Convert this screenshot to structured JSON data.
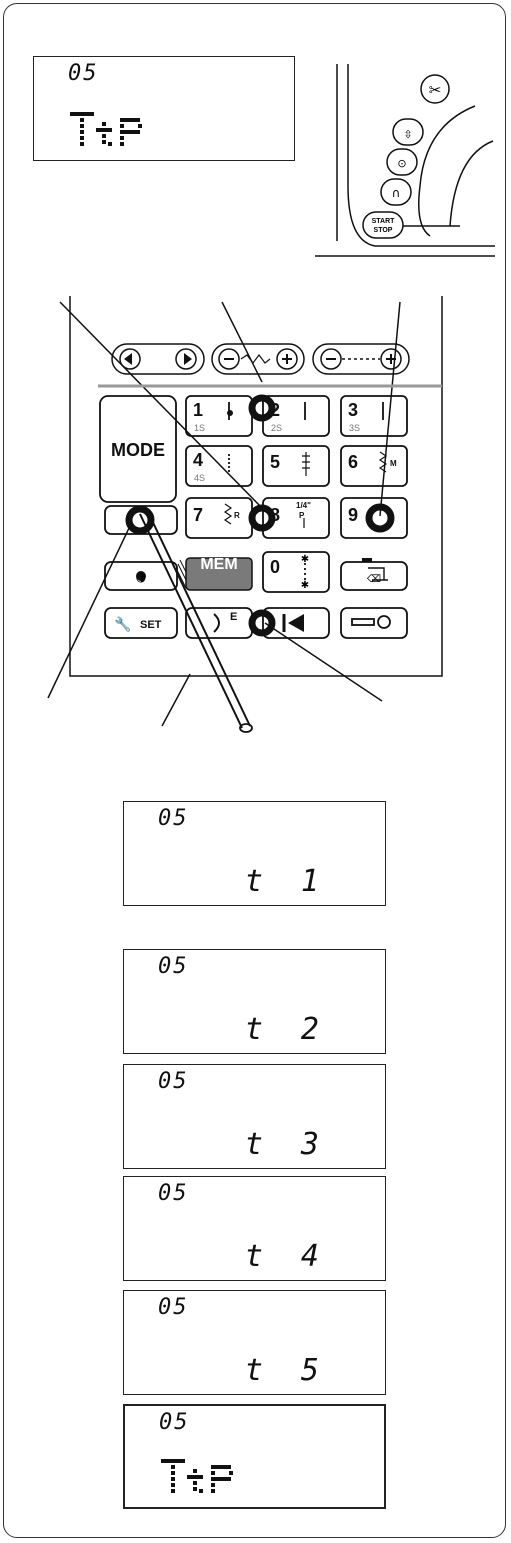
{
  "top_display": {
    "code": "05"
  },
  "machine": {
    "start_stop_line1": "START",
    "start_stop_line2": "STOP"
  },
  "keypad": {
    "mode": "MODE",
    "mem": "MEM",
    "set": "SET",
    "keys": [
      {
        "num": "1",
        "sub": "1S"
      },
      {
        "num": "2",
        "sub": "2S"
      },
      {
        "num": "3",
        "sub": "3S"
      },
      {
        "num": "4",
        "sub": "4S"
      },
      {
        "num": "5",
        "sub": ""
      },
      {
        "num": "6",
        "sub": "M"
      },
      {
        "num": "7",
        "sub": "R"
      },
      {
        "num": "8",
        "sub": "1/4\""
      },
      {
        "num": "9",
        "sub": ""
      },
      {
        "num": "0",
        "sub": ""
      }
    ],
    "quarter_p": "P",
    "elongation": "E"
  },
  "displays": [
    {
      "code": "05",
      "value": "t 1"
    },
    {
      "code": "05",
      "value": "t 2"
    },
    {
      "code": "05",
      "value": "t 3"
    },
    {
      "code": "05",
      "value": "t 4"
    },
    {
      "code": "05",
      "value": "t 5"
    }
  ],
  "bottom_display": {
    "code": "05"
  },
  "colors": {
    "line": "#111111",
    "mem_key": "#7a7a7a",
    "divider": "#999999"
  }
}
